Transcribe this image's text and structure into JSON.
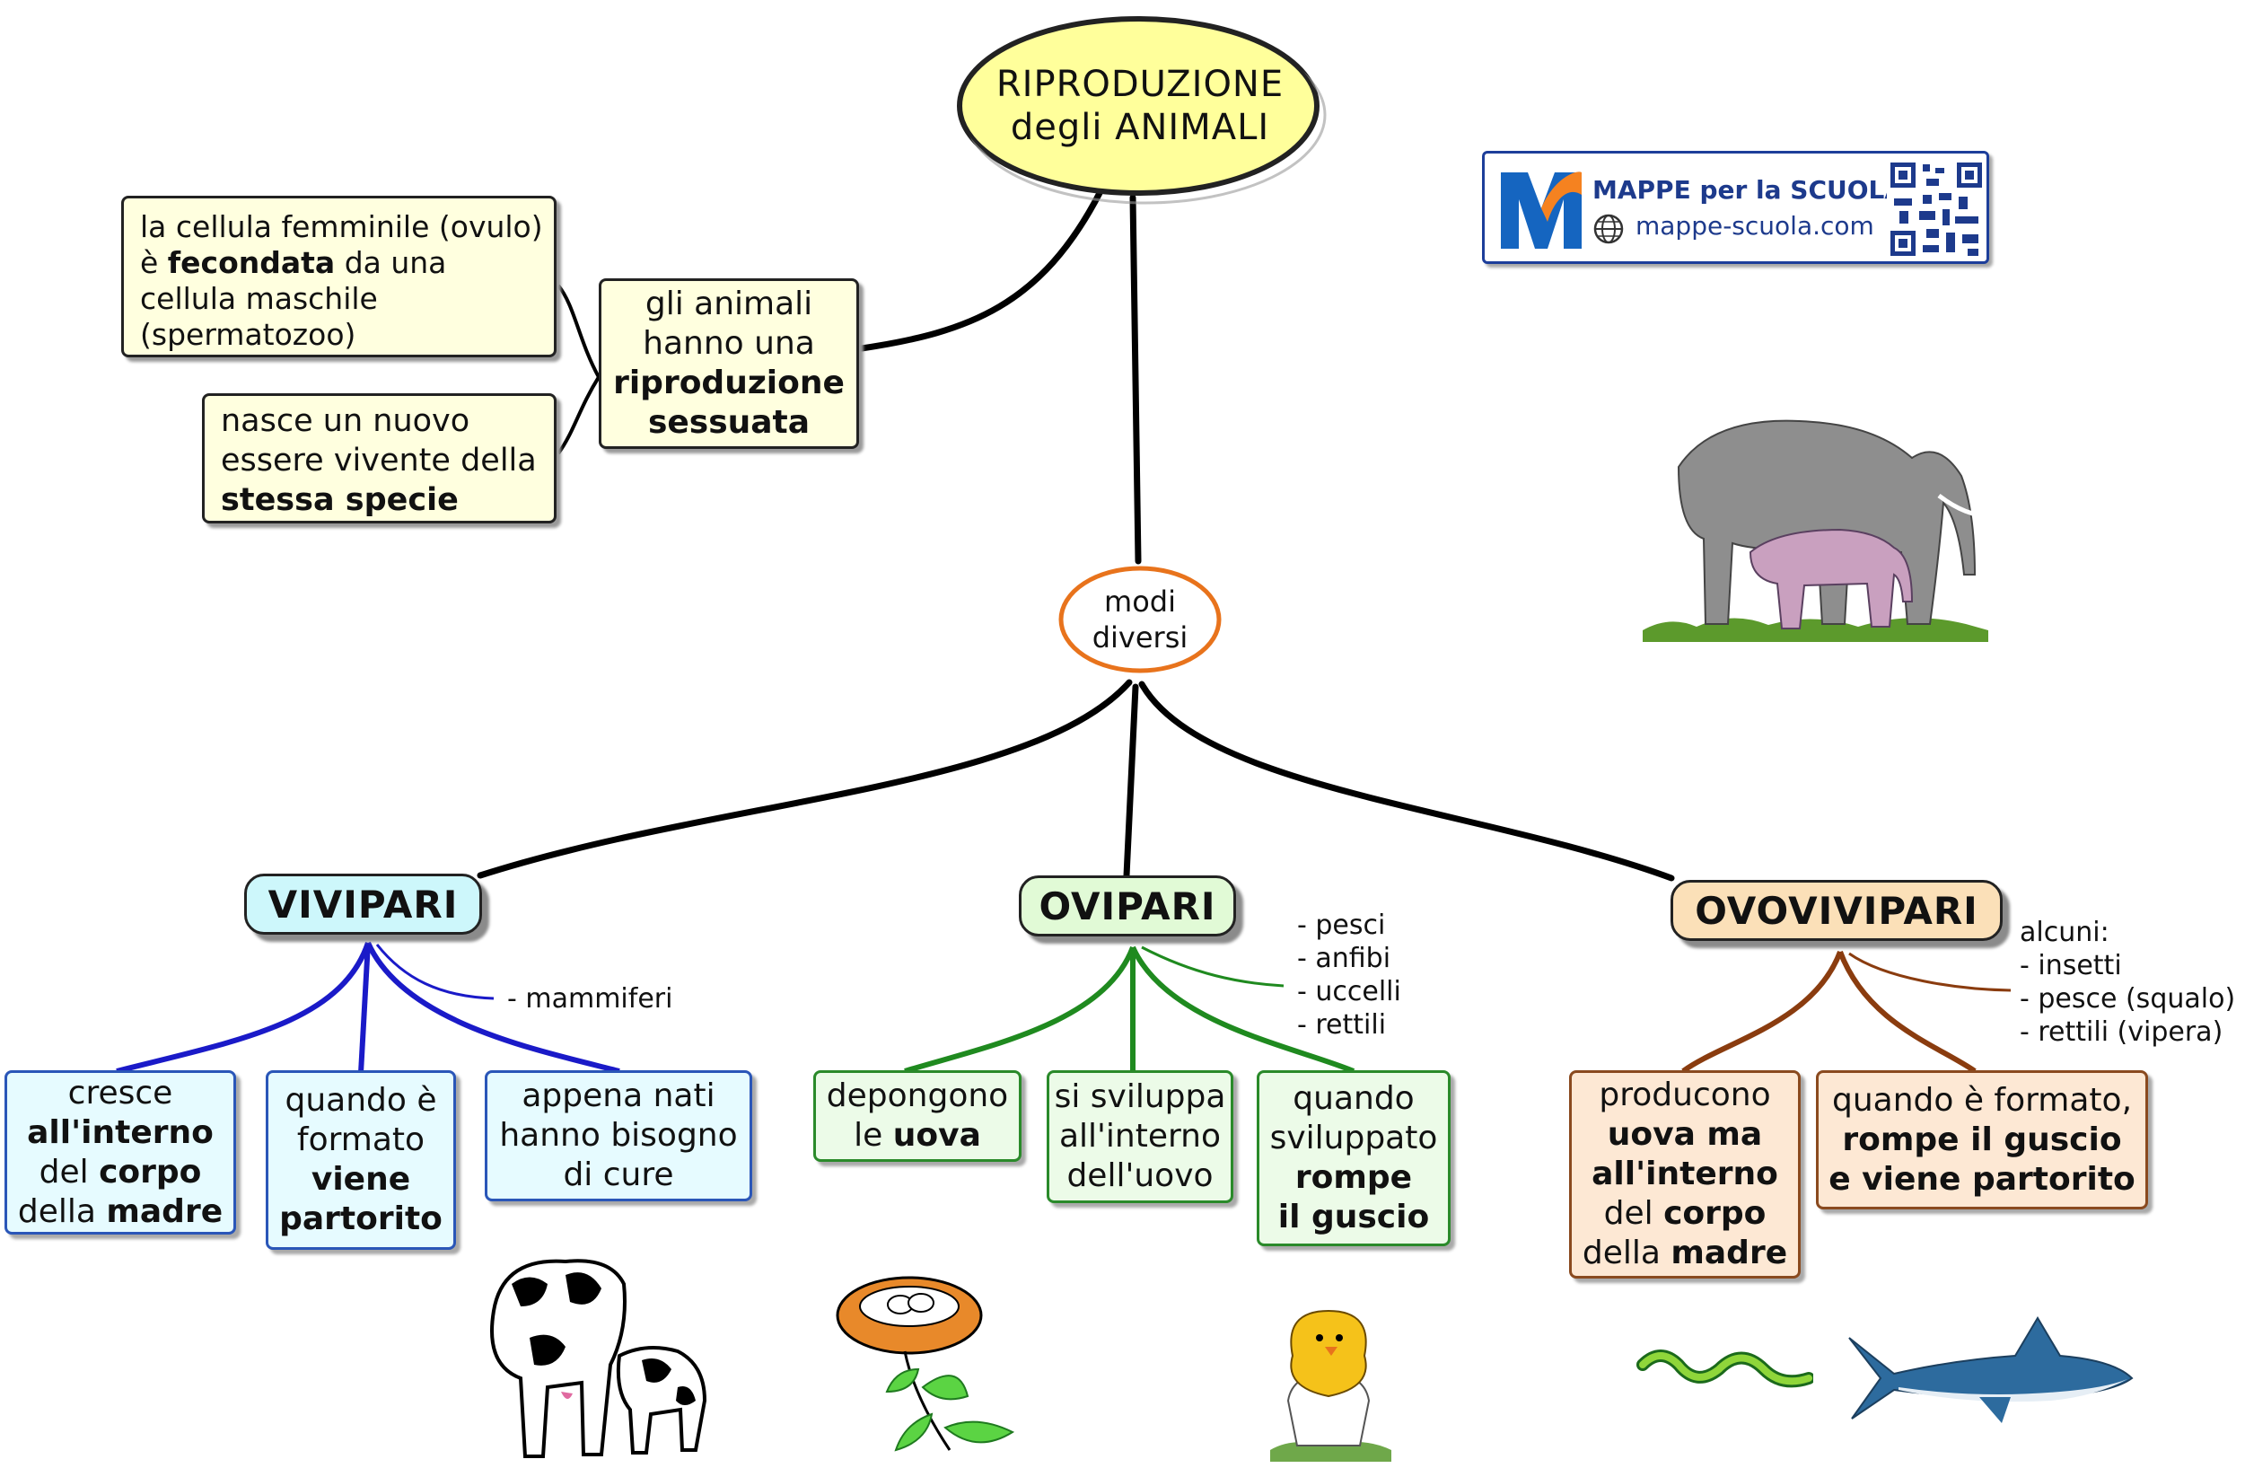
{
  "center": {
    "line1": "RIPRODUZIONE",
    "line2": "degli ANIMALI"
  },
  "sessuata": {
    "pre": "gli animali hanno una",
    "bold": "riproduzione sessuata"
  },
  "cellula": {
    "pre": "la cellula femminile (ovulo) è ",
    "bold": "fecondata",
    "post": " da una cellula maschile (spermatozoo)"
  },
  "nasce": {
    "pre": "nasce un nuovo essere vivente della",
    "bold": "stessa specie"
  },
  "modi": {
    "line1": "modi",
    "line2": "diversi"
  },
  "logo": {
    "title": "MAPPE per la SCUOLA",
    "site": "mappe-scuola.com"
  },
  "vivipari": {
    "title": "VIVIPARI",
    "note": "- mammiferi",
    "b1": {
      "t1": "cresce",
      "b1": "all'interno",
      "t2": "del ",
      "b2": "corpo",
      "t3": "della ",
      "b3": "madre"
    },
    "b2": {
      "t1": "quando è",
      "t2": "formato",
      "b1": "viene",
      "b2": "partorito"
    },
    "b3": {
      "t1": "appena nati",
      "t2": "hanno bisogno",
      "t3": "di cure"
    }
  },
  "ovipari": {
    "title": "OVIPARI",
    "note": "- pesci\n- anfibi\n- uccelli\n- rettili",
    "b1": {
      "t1": "depongono",
      "t2": "le ",
      "b1": "uova"
    },
    "b2": {
      "t1": "si sviluppa",
      "t2": "all'interno",
      "t3": "dell'uovo"
    },
    "b3": {
      "t1": "quando",
      "t2": "sviluppato",
      "b1": "rompe",
      "b2": "il guscio"
    }
  },
  "ovovivipari": {
    "title": "OVOVIVIPARI",
    "note": "alcuni:\n- insetti\n- pesce (squalo)\n- rettili (vipera)",
    "b1": {
      "t1": "producono",
      "b1": "uova ma",
      "b2": "all'interno",
      "t2": "del ",
      "b3": "corpo",
      "t3": "della ",
      "b4": "madre"
    },
    "b2": {
      "t1": "quando è formato,",
      "b1": "rompe il guscio",
      "b2": "e viene partorito"
    }
  },
  "colors": {
    "center_fill": "#ffff9b",
    "vivipari": "#1a1ac8",
    "ovipari": "#1f8a1f",
    "ovovivipari": "#8a3c0f",
    "modi_border": "#e8731c"
  }
}
